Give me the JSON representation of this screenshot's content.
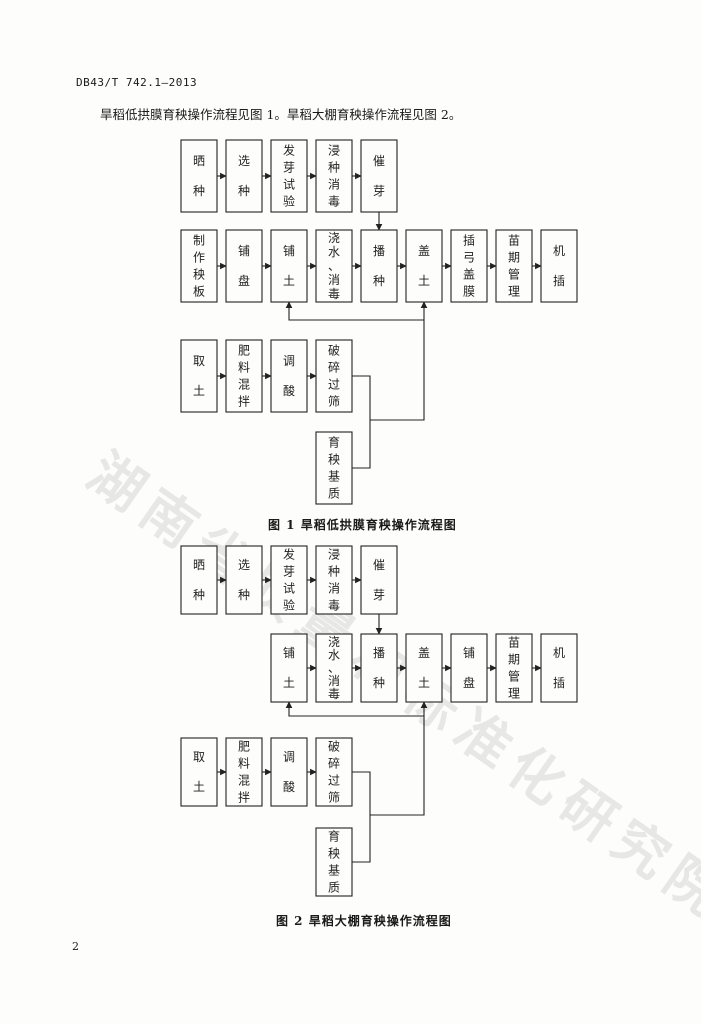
{
  "header": {
    "doc_code": "DB43/T 742.1—2013"
  },
  "intro_text": "旱稻低拱膜育秧操作流程见图 1。旱稻大棚育秧操作流程见图 2。",
  "page_number": "2",
  "watermark": "湖南省质量和标准化研究院",
  "diagrams": [
    {
      "caption": "图 1   旱稻低拱膜育秧操作流程图",
      "boxes": [
        {
          "id": "d1-shai",
          "label": "晒种"
        },
        {
          "id": "d1-xuan",
          "label": "选种"
        },
        {
          "id": "d1-faya",
          "label": "发芽试验"
        },
        {
          "id": "d1-jinz",
          "label": "浸种消毒"
        },
        {
          "id": "d1-cuiy",
          "label": "催芽"
        },
        {
          "id": "d1-zhi",
          "label": "制作秧板"
        },
        {
          "id": "d1-pup",
          "label": "铺盘"
        },
        {
          "id": "d1-put",
          "label": "铺土"
        },
        {
          "id": "d1-jiao",
          "label": "浇水、消毒"
        },
        {
          "id": "d1-bo",
          "label": "播种"
        },
        {
          "id": "d1-gai",
          "label": "盖土"
        },
        {
          "id": "d1-cha",
          "label": "插弓盖膜"
        },
        {
          "id": "d1-miao",
          "label": "苗期管理"
        },
        {
          "id": "d1-ji",
          "label": "机插"
        },
        {
          "id": "d1-qu",
          "label": "取土"
        },
        {
          "id": "d1-fei",
          "label": "肥料混拌"
        },
        {
          "id": "d1-tiao",
          "label": "调酸"
        },
        {
          "id": "d1-po",
          "label": "破碎过筛"
        },
        {
          "id": "d1-yu",
          "label": "育秧基质"
        }
      ]
    },
    {
      "caption": "图 2   旱稻大棚育秧操作流程图",
      "boxes": [
        {
          "id": "d2-shai",
          "label": "晒种"
        },
        {
          "id": "d2-xuan",
          "label": "选种"
        },
        {
          "id": "d2-faya",
          "label": "发芽试验"
        },
        {
          "id": "d2-jinz",
          "label": "浸种消毒"
        },
        {
          "id": "d2-cuiy",
          "label": "催芽"
        },
        {
          "id": "d2-put",
          "label": "铺土"
        },
        {
          "id": "d2-jiao",
          "label": "浇水、消毒"
        },
        {
          "id": "d2-bo",
          "label": "播种"
        },
        {
          "id": "d2-gai",
          "label": "盖土"
        },
        {
          "id": "d2-pup",
          "label": "铺盘"
        },
        {
          "id": "d2-miao",
          "label": "苗期管理"
        },
        {
          "id": "d2-ji",
          "label": "机插"
        },
        {
          "id": "d2-qu",
          "label": "取土"
        },
        {
          "id": "d2-fei",
          "label": "肥料混拌"
        },
        {
          "id": "d2-tiao",
          "label": "调酸"
        },
        {
          "id": "d2-po",
          "label": "破碎过筛"
        },
        {
          "id": "d2-yu",
          "label": "育秧基质"
        }
      ]
    }
  ]
}
